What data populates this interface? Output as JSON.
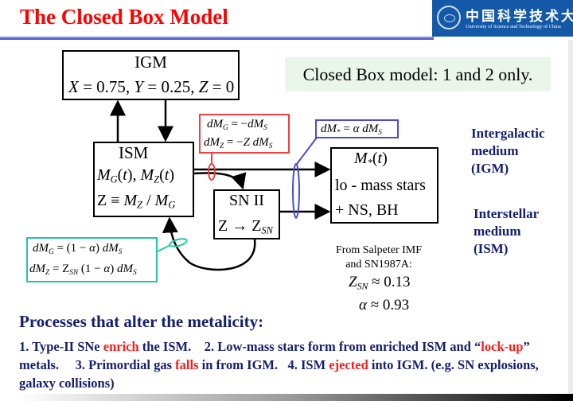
{
  "title": "The Closed Box Model",
  "logo": {
    "cn": "中国科学技术大学",
    "en": "University of Science and Technology of China"
  },
  "igm_box": {
    "heading": "IGM",
    "eq": [
      [
        "X",
        "i"
      ],
      [
        " = 0.75, ",
        "n"
      ],
      [
        "Y",
        "i"
      ],
      [
        " = 0.25, ",
        "n"
      ],
      [
        "Z",
        "i"
      ],
      [
        " = 0",
        "n"
      ]
    ]
  },
  "closed_box_note": "Closed Box model: 1 and 2 only.",
  "ism_box": {
    "heading": "ISM",
    "eq1": [
      [
        "M",
        "i"
      ],
      [
        "G",
        "s"
      ],
      [
        "(",
        "n"
      ],
      [
        "t",
        "i"
      ],
      [
        "), ",
        "n"
      ],
      [
        "M",
        "i"
      ],
      [
        "Z",
        "s"
      ],
      [
        "(",
        "n"
      ],
      [
        "t",
        "i"
      ],
      [
        ")",
        "n"
      ]
    ],
    "eq2": [
      [
        "Z ≡ ",
        "n"
      ],
      [
        "M",
        "i"
      ],
      [
        "Z",
        "s"
      ],
      [
        " / ",
        "n"
      ],
      [
        "M",
        "i"
      ],
      [
        "G",
        "s"
      ]
    ]
  },
  "sn_box": {
    "heading": "SN II",
    "eq": [
      [
        "Z → ",
        "n"
      ],
      [
        "Z",
        "n"
      ],
      [
        "SN",
        "s"
      ]
    ]
  },
  "stars_box": {
    "eq": [
      [
        "M",
        "i"
      ],
      [
        "*",
        "s"
      ],
      [
        "(",
        "n"
      ],
      [
        "t",
        "i"
      ],
      [
        ")",
        "n"
      ]
    ],
    "line1": "lo - mass stars",
    "line2": "+ NS, BH"
  },
  "red_note": {
    "eq1": [
      [
        "dM",
        "i"
      ],
      [
        "G",
        "s"
      ],
      [
        " = −",
        "n"
      ],
      [
        "dM",
        "i"
      ],
      [
        "S",
        "s"
      ]
    ],
    "eq2": [
      [
        "dM",
        "i"
      ],
      [
        "Z",
        "s"
      ],
      [
        " = −",
        "n"
      ],
      [
        "Z dM",
        "i"
      ],
      [
        "S",
        "s"
      ]
    ]
  },
  "blue_note": {
    "eq1": [
      [
        "dM",
        "i"
      ],
      [
        "*",
        "s"
      ],
      [
        " = ",
        "n"
      ],
      [
        "α dM",
        "i"
      ],
      [
        "S",
        "s"
      ]
    ]
  },
  "teal_note": {
    "eq1": [
      [
        "dM",
        "i"
      ],
      [
        "G",
        "s"
      ],
      [
        " = (1 − ",
        "n"
      ],
      [
        "α",
        "i"
      ],
      [
        ") ",
        "n"
      ],
      [
        "dM",
        "i"
      ],
      [
        "S",
        "s"
      ]
    ],
    "eq2": [
      [
        "dM",
        "i"
      ],
      [
        "Z",
        "s"
      ],
      [
        " = Z",
        "n"
      ],
      [
        "SN",
        "s"
      ],
      [
        " (1 − ",
        "n"
      ],
      [
        "α",
        "i"
      ],
      [
        ") ",
        "n"
      ],
      [
        "dM",
        "i"
      ],
      [
        "S",
        "s"
      ]
    ]
  },
  "side_labels": {
    "igm": [
      "Intergalactic",
      "medium",
      "(IGM)"
    ],
    "ism": [
      "Interstellar",
      "medium",
      "(ISM)"
    ]
  },
  "imf_note": {
    "line1": "From Salpeter IMF",
    "line2": "and SN1987A:",
    "zsn": [
      [
        "Z",
        "i"
      ],
      [
        "SN",
        "s"
      ],
      [
        " ≈ 0.13",
        "n"
      ]
    ],
    "alpha": [
      [
        "α",
        "i"
      ],
      [
        " ≈ 0.93",
        "n"
      ]
    ]
  },
  "processes": {
    "heading": "Processes that alter the metalicity:",
    "p1a": "1. Type-II SNe ",
    "p1b": "enrich",
    "p1c": " the ISM.",
    "p2a": "2. Low-mass stars form from enriched ISM and “",
    "p2b": "lock-up",
    "p2c": "” metals.",
    "p3a": "3. Primordial gas ",
    "p3b": "falls",
    "p3c": " in from IGM.",
    "p4a": "4. ISM ",
    "p4b": "ejected",
    "p4c": " into IGM. (e.g. SN explosions, galaxy collisions)"
  },
  "colors": {
    "title": "#ff0000",
    "navy": "#141e6e",
    "red_note": "#f04040",
    "blue_note": "#4a4ad8",
    "teal_note": "#20c8a0",
    "logo_bg": "#1458a8"
  }
}
